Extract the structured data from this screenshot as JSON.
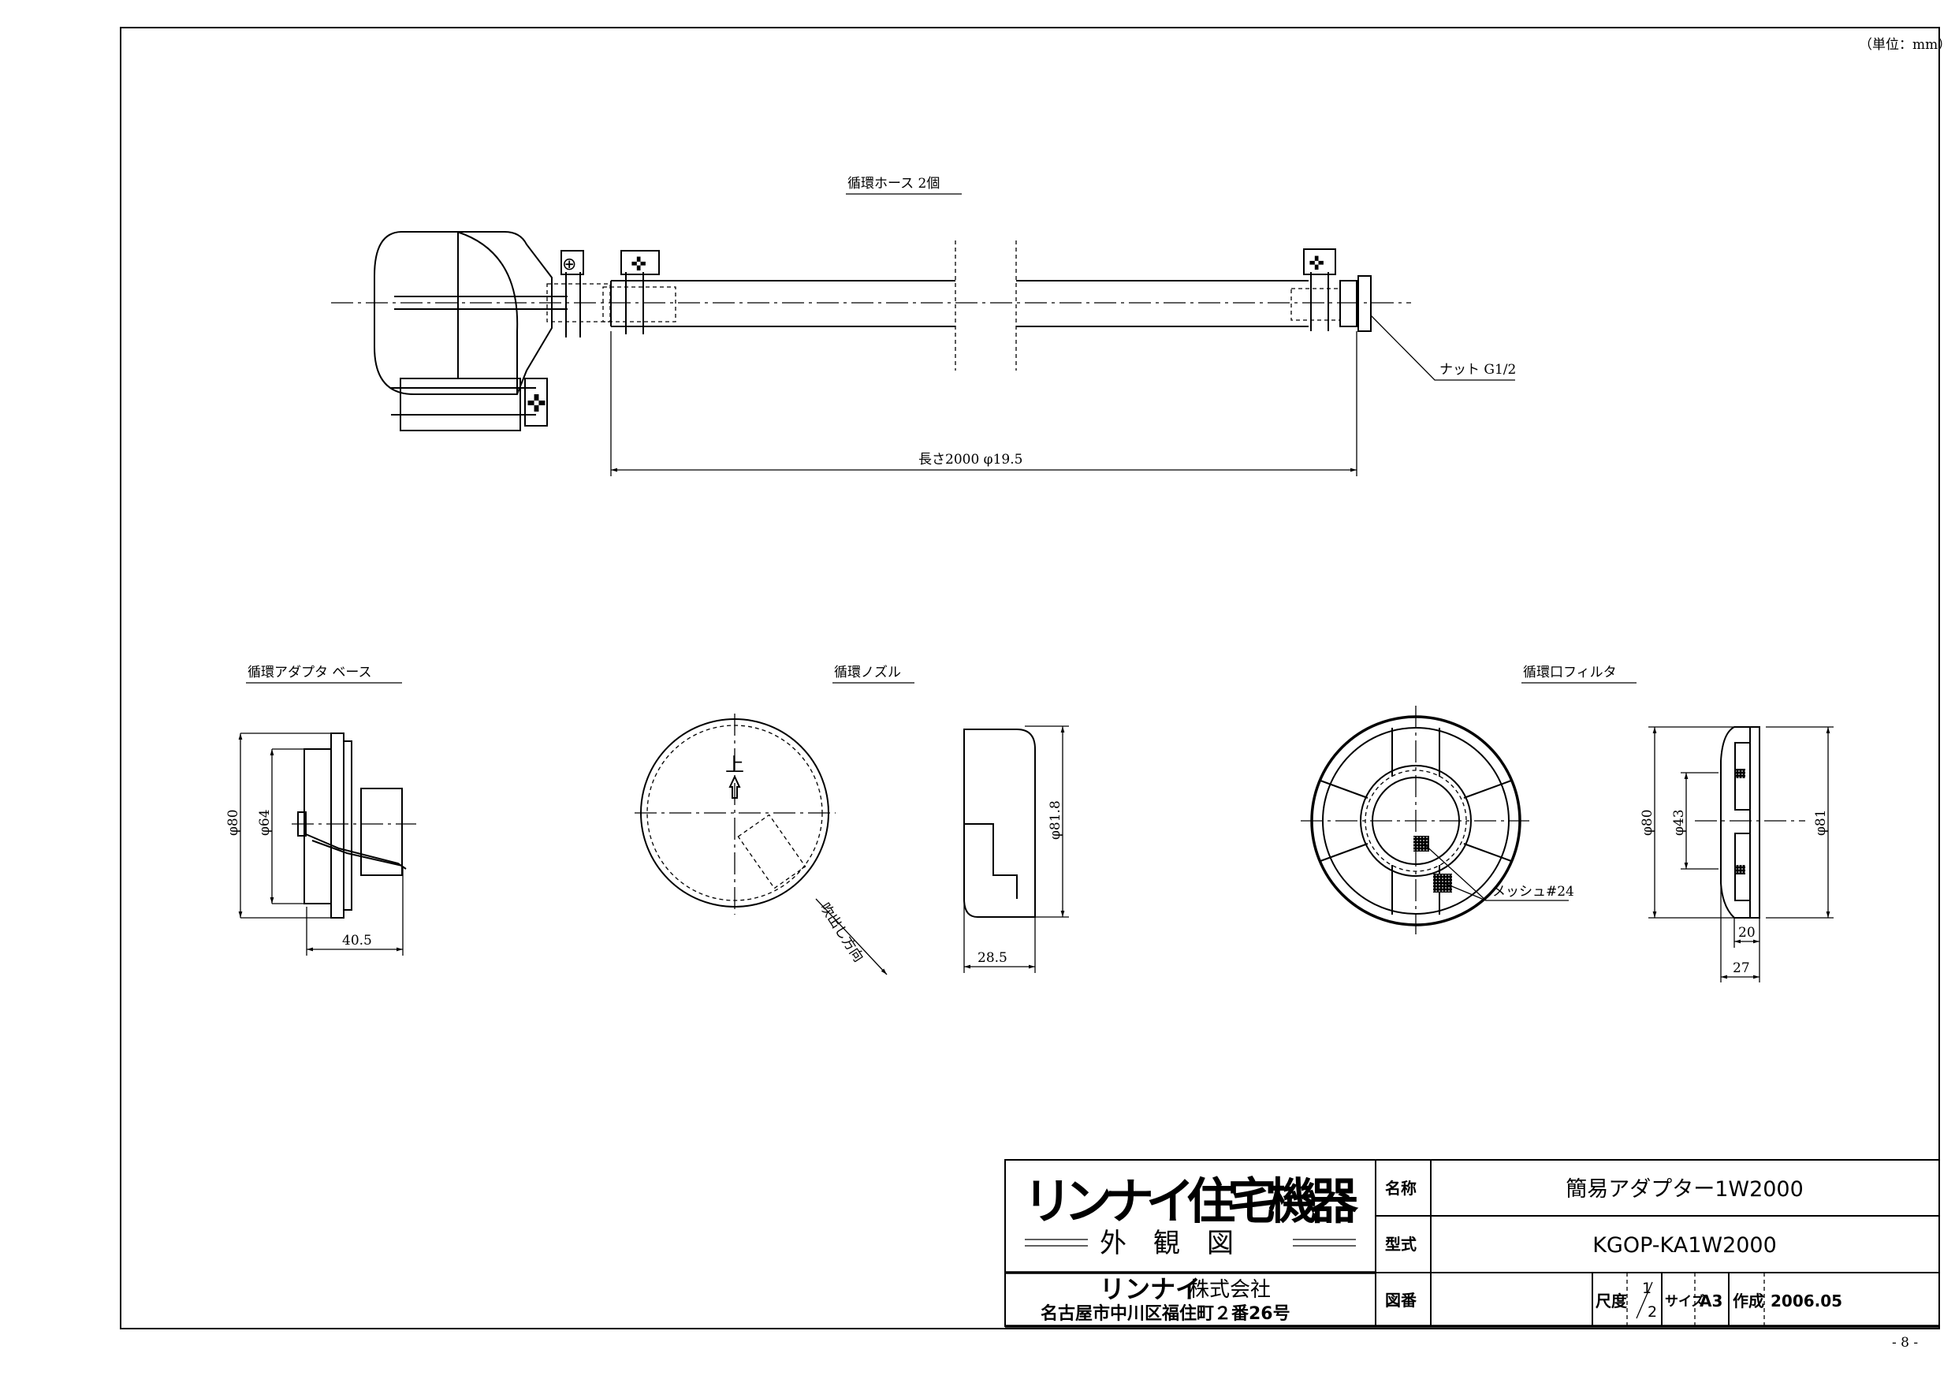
{
  "unit_note": "（単位：mm）",
  "page_number": "- 8 -",
  "hose_view": {
    "title": "循環ホース 2個",
    "length_dim": "長さ2000 φ19.5",
    "nut_label": "ナット G1/2"
  },
  "adapter_base_view": {
    "title": "循環アダプタ ベース",
    "dims": [
      "φ80",
      "φ64",
      "40.5"
    ]
  },
  "nozzle_view": {
    "title": "循環ノズル",
    "up_mark": "上",
    "direction_label": "吹出し方向",
    "dims": [
      "φ81.8",
      "28.5"
    ]
  },
  "filter_view": {
    "title": "循環口フィルタ",
    "mesh_label": "メッシュ#24",
    "dims": [
      "φ80",
      "φ43",
      "φ81",
      "20",
      "27"
    ]
  },
  "title_block": {
    "brand": "リンナイ住宅機器",
    "drawing_type": "外　観　図",
    "company_brand": "リンナイ",
    "company_suffix": "株式会社",
    "address": "名古屋市中川区福住町２番26号",
    "name_label": "名称",
    "name_value": "簡易アダプター1W2000",
    "model_label": "型式",
    "model_value": "KGOP-KA1W2000",
    "drawing_no_label": "図番",
    "drawing_no_value": "",
    "scale_label": "尺度",
    "scale_num": "1",
    "scale_den": "2",
    "size_label": "サイズ",
    "size_value": "A3",
    "created_label": "作成",
    "created_value": "2006.05"
  }
}
